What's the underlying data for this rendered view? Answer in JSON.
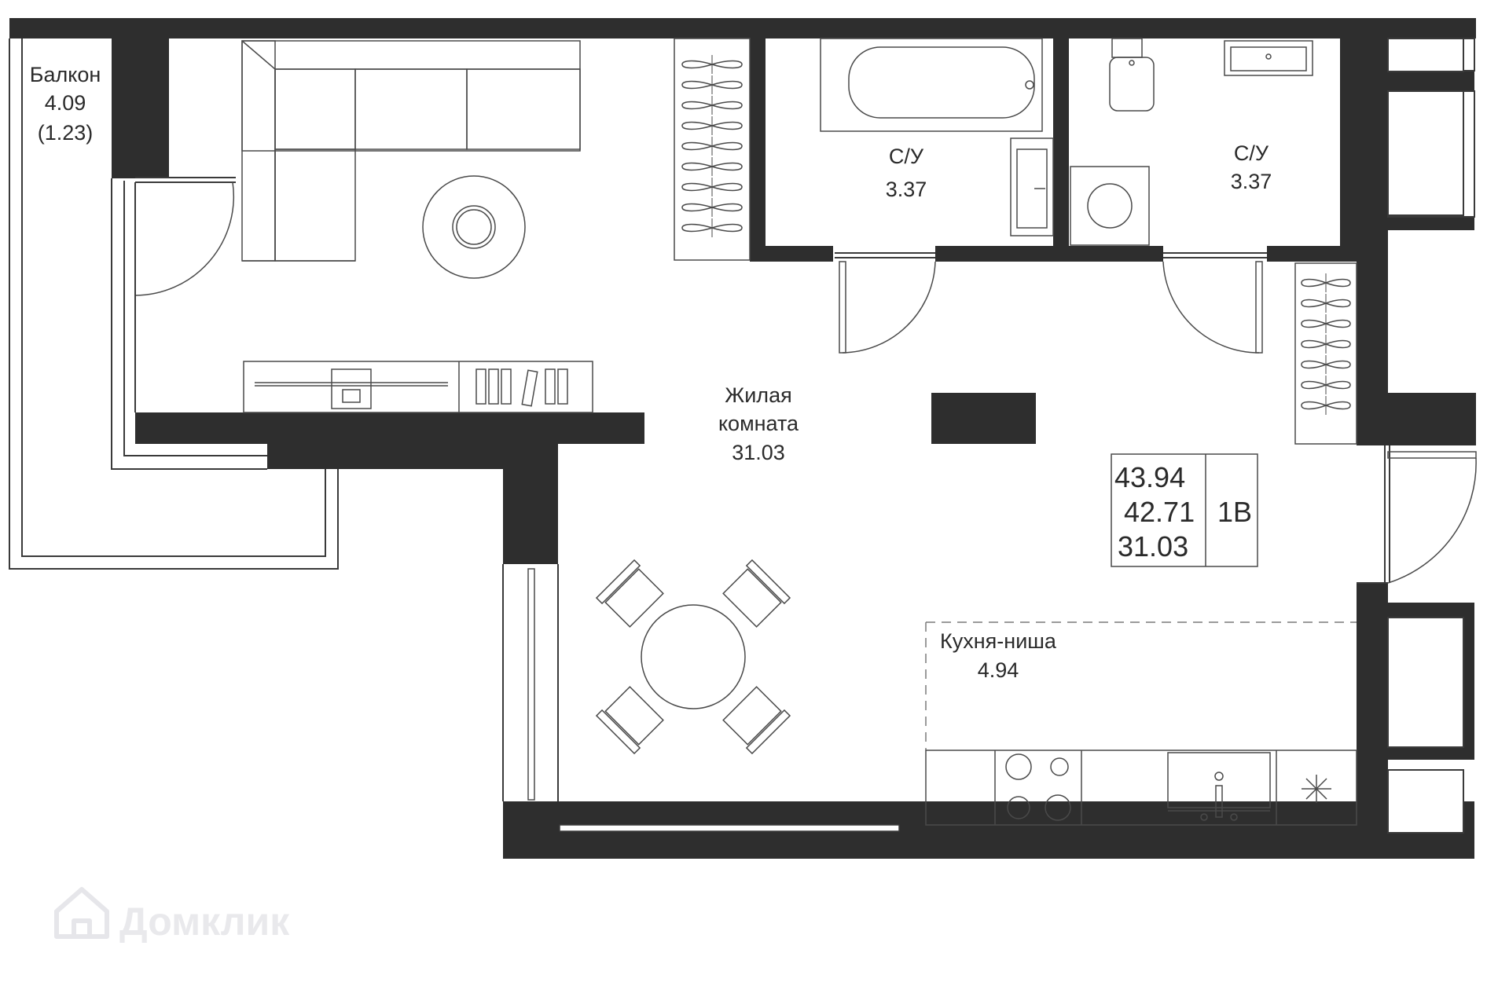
{
  "rooms": {
    "balcony": {
      "name": "Балкон",
      "area": "4.09",
      "area_reduced": "(1.23)"
    },
    "bathroom_1": {
      "name": "С/У",
      "area": "3.37"
    },
    "bathroom_2": {
      "name": "С/У",
      "area": "3.37"
    },
    "living_room": {
      "name_line1": "Жилая",
      "name_line2": "комната",
      "area": "31.03"
    },
    "kitchen": {
      "name": "Кухня-ниша",
      "area": "4.94"
    }
  },
  "info": {
    "total_area": "43.94",
    "area_without_balcony": "42.71",
    "living_area": "31.03",
    "apartment_type": "1В"
  },
  "watermark": {
    "text": "Домклик",
    "icon": "house-logo-icon"
  },
  "colors": {
    "wall": "#2e2e2e",
    "line": "#3a3a3a",
    "watermark": "#e9e9ec"
  }
}
